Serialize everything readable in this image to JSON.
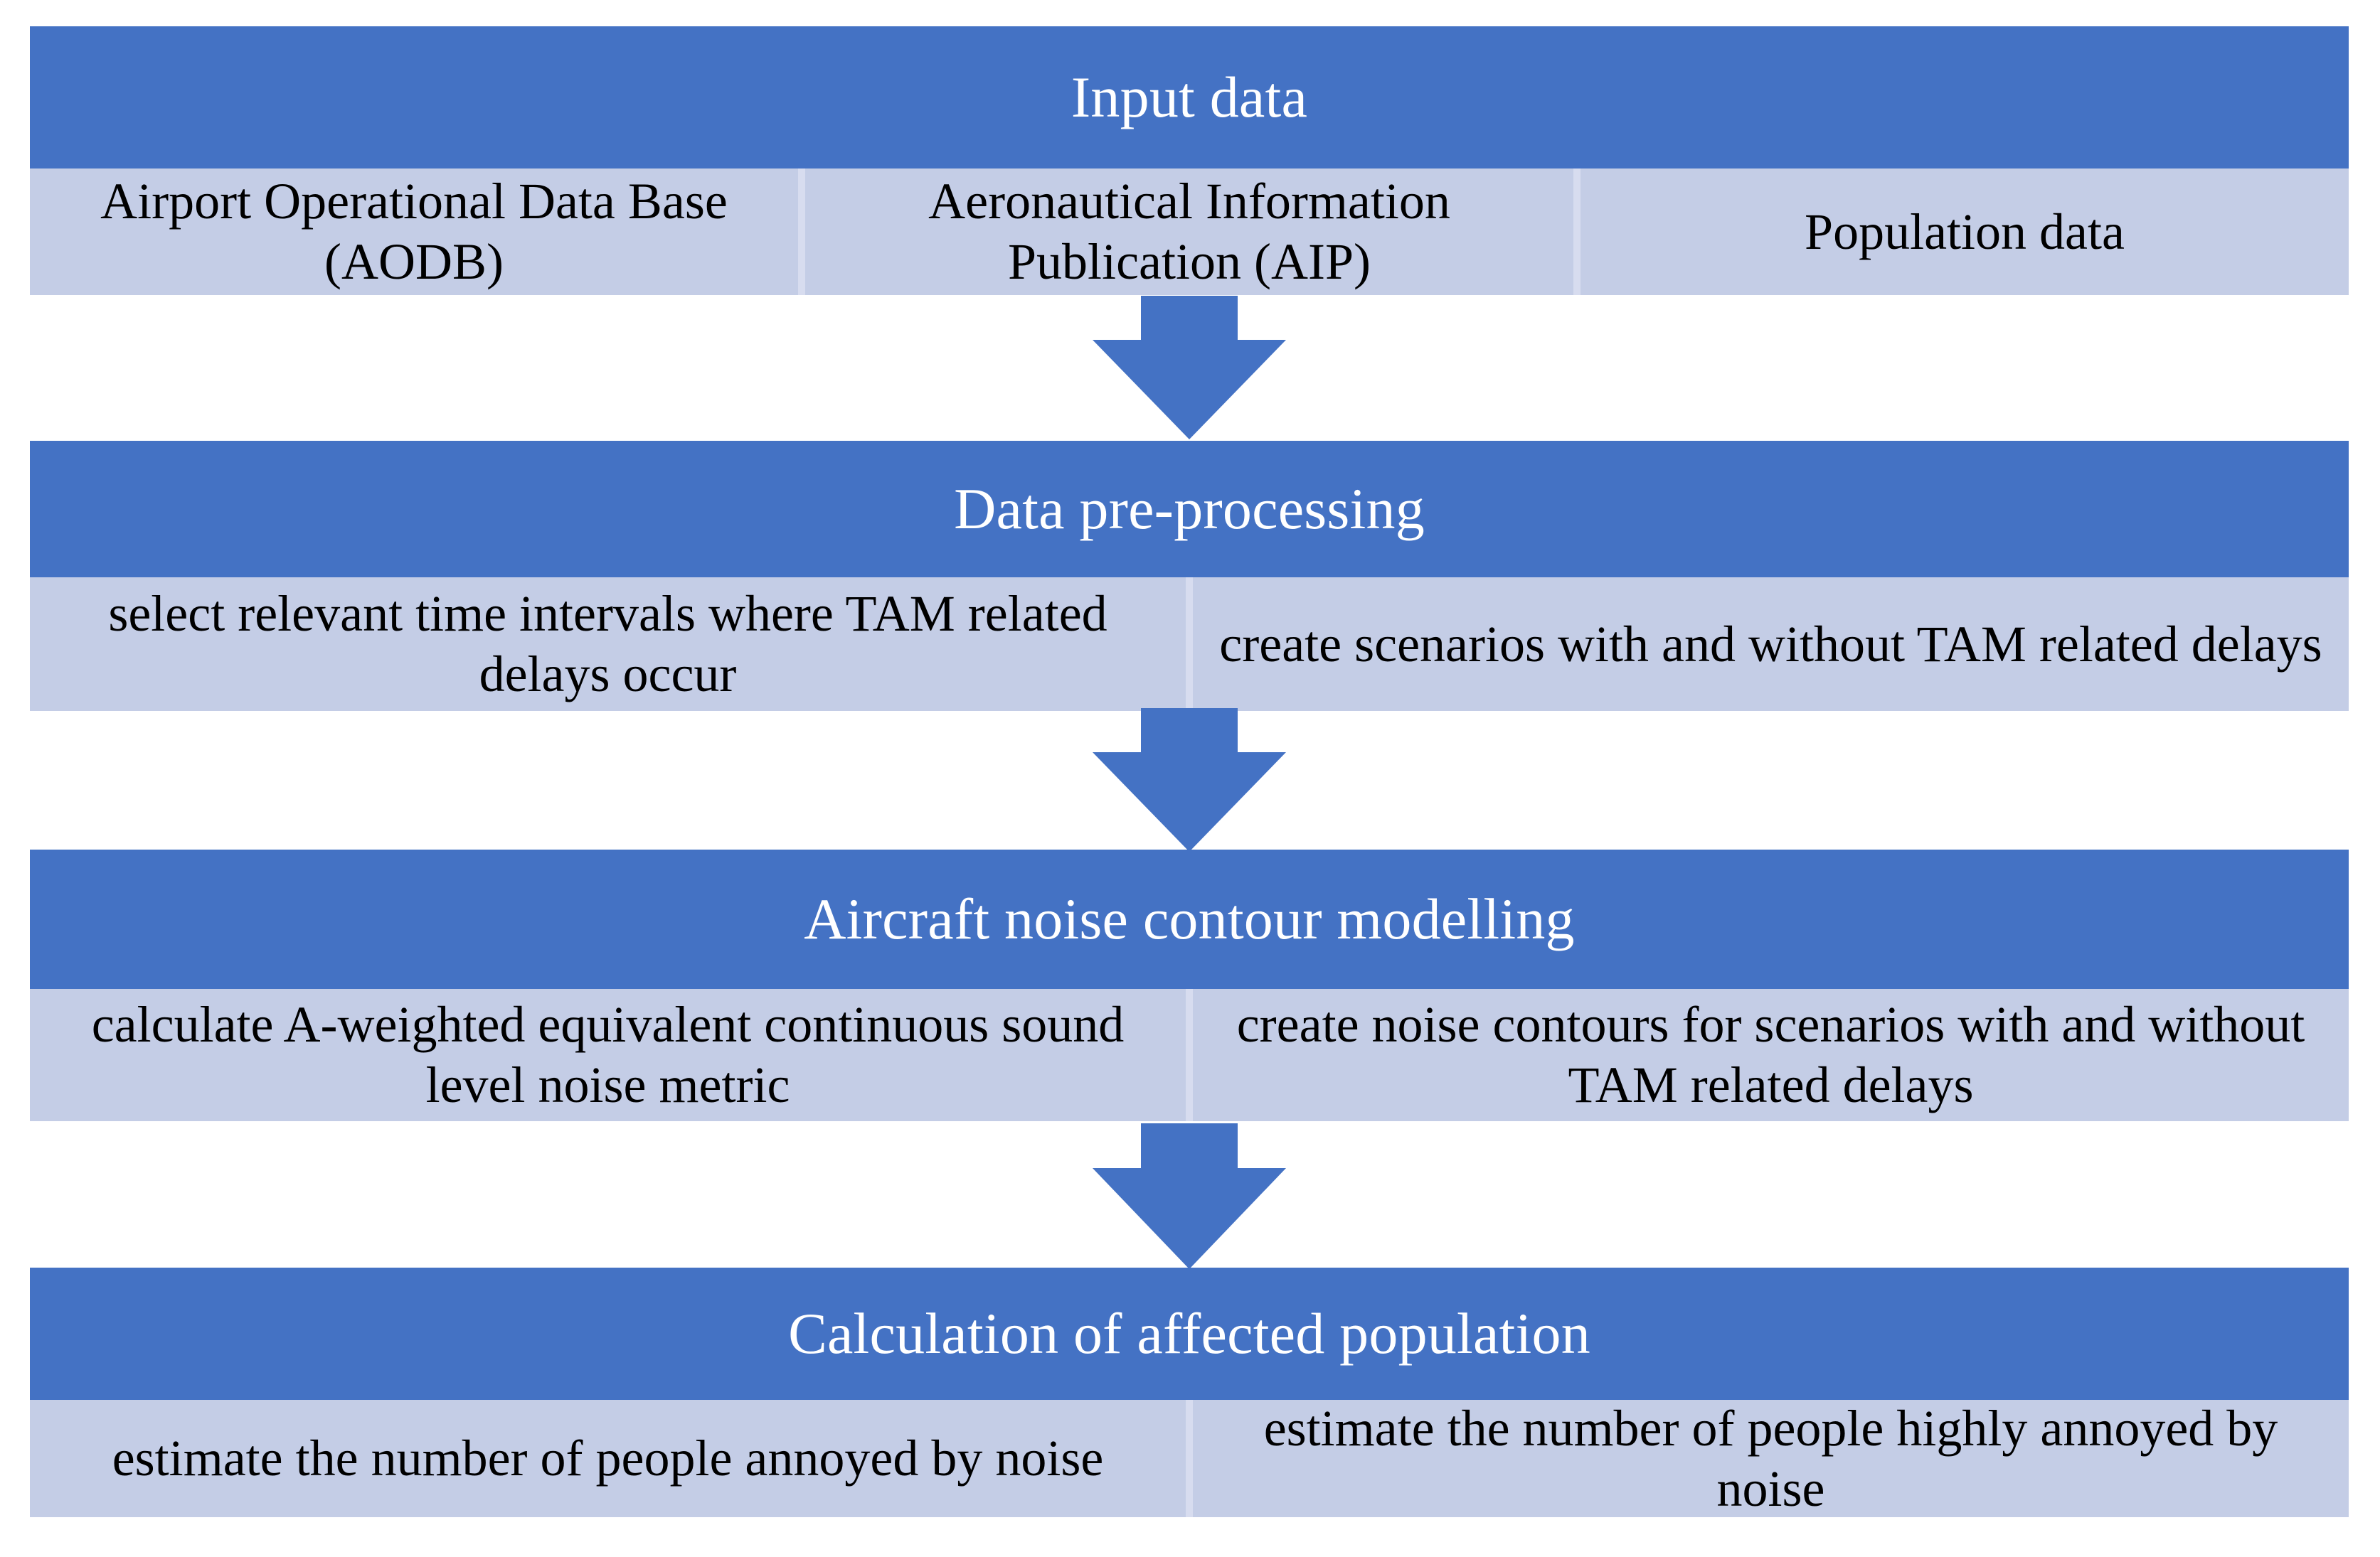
{
  "diagram": {
    "title": "Aircraft noise assessment methodology flowchart",
    "colors": {
      "header_blue": "#4472C4",
      "cell_light_blue": "#C4CDE6",
      "divider": "#D7DCEF",
      "header_text": "#FFFFFF",
      "cell_text": "#000000"
    },
    "stages": [
      {
        "header": "Input data",
        "items": [
          "Airport Operational Data Base (AODB)",
          "Aeronautical Information Publication (AIP)",
          "Population data"
        ]
      },
      {
        "header": "Data pre-processing",
        "items": [
          "select relevant time intervals where TAM related delays occur",
          "create scenarios with and without TAM related delays"
        ]
      },
      {
        "header": "Aircraft noise contour modelling",
        "items": [
          "calculate A-weighted equivalent continuous sound level noise metric",
          "create noise contours for scenarios with and without TAM related delays"
        ]
      },
      {
        "header": "Calculation of affected population",
        "items": [
          "estimate the number of people annoyed by noise",
          "estimate the number of people highly annoyed by noise"
        ]
      }
    ],
    "connectors": [
      {
        "icon": "down-arrow-icon",
        "from": "Input data",
        "to": "Data pre-processing"
      },
      {
        "icon": "down-arrow-icon",
        "from": "Data pre-processing",
        "to": "Aircraft noise contour modelling"
      },
      {
        "icon": "down-arrow-icon",
        "from": "Aircraft noise contour modelling",
        "to": "Calculation of affected population"
      }
    ]
  }
}
